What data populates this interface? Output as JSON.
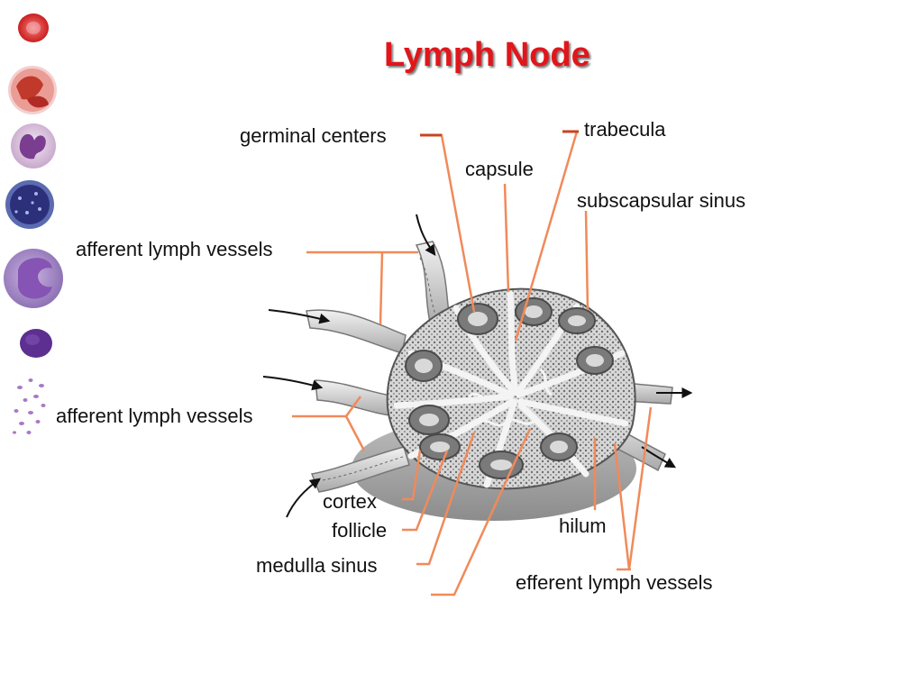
{
  "title": "Lymph Node",
  "colors": {
    "title": "#e0161b",
    "leader": "#f08a5a",
    "leader_tip": "#c8441e"
  },
  "labels": {
    "germinal_centers": "germinal centers",
    "trabecula": "trabecula",
    "capsule": "capsule",
    "subscapsular_sinus": "subscapsular sinus",
    "afferent_lymph_vessels_top": "afferent lymph vessels",
    "afferent_lymph_vessels_mid": "afferent lymph vessels",
    "cortex": "cortex",
    "follicle": "follicle",
    "medulla_sinus": "medulla sinus",
    "hilum": "hilum",
    "efferent_lymph_vessels": "efferent lymph vessels"
  },
  "sidebar_icons": [
    "red-blood-cell-icon",
    "eosinophil-icon",
    "neutrophil-icon",
    "basophil-icon",
    "monocyte-icon",
    "lymphocyte-icon",
    "platelets-icon"
  ]
}
